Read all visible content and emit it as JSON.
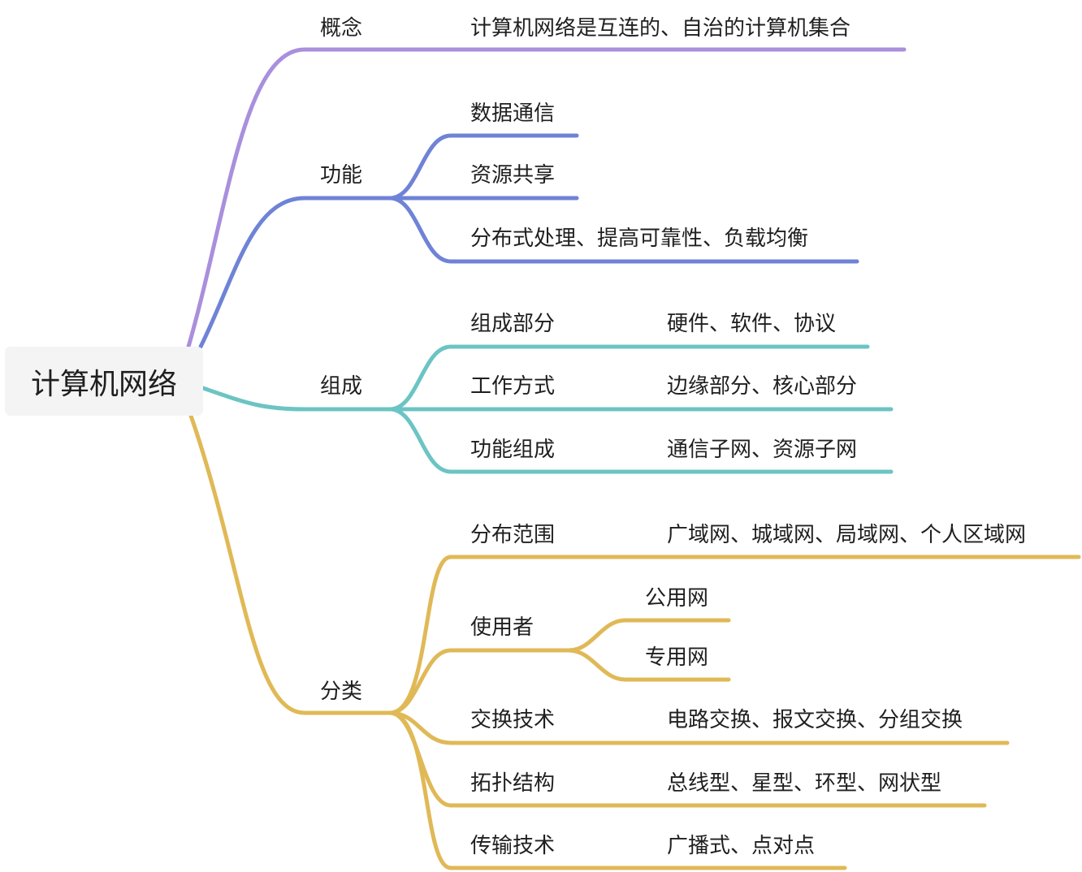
{
  "root": "计算机网络",
  "colors": {
    "concept": "#a98fdc",
    "function": "#6f83d6",
    "composition": "#6cc4c4",
    "classification": "#e0b957"
  },
  "branches": {
    "concept": {
      "label": "概念",
      "detail": "计算机网络是互连的、自治的计算机集合"
    },
    "function": {
      "label": "功能",
      "items": [
        "数据通信",
        "资源共享",
        "分布式处理、提高可靠性、负载均衡"
      ]
    },
    "composition": {
      "label": "组成",
      "items": [
        {
          "label": "组成部分",
          "detail": "硬件、软件、协议"
        },
        {
          "label": "工作方式",
          "detail": "边缘部分、核心部分"
        },
        {
          "label": "功能组成",
          "detail": "通信子网、资源子网"
        }
      ]
    },
    "classification": {
      "label": "分类",
      "items": [
        {
          "label": "分布范围",
          "detail": "广域网、城域网、局域网、个人区域网"
        },
        {
          "label": "使用者",
          "children": [
            "公用网",
            "专用网"
          ]
        },
        {
          "label": "交换技术",
          "detail": "电路交换、报文交换、分组交换"
        },
        {
          "label": "拓扑结构",
          "detail": "总线型、星型、环型、网状型"
        },
        {
          "label": "传输技术",
          "detail": "广播式、点对点"
        }
      ]
    }
  }
}
